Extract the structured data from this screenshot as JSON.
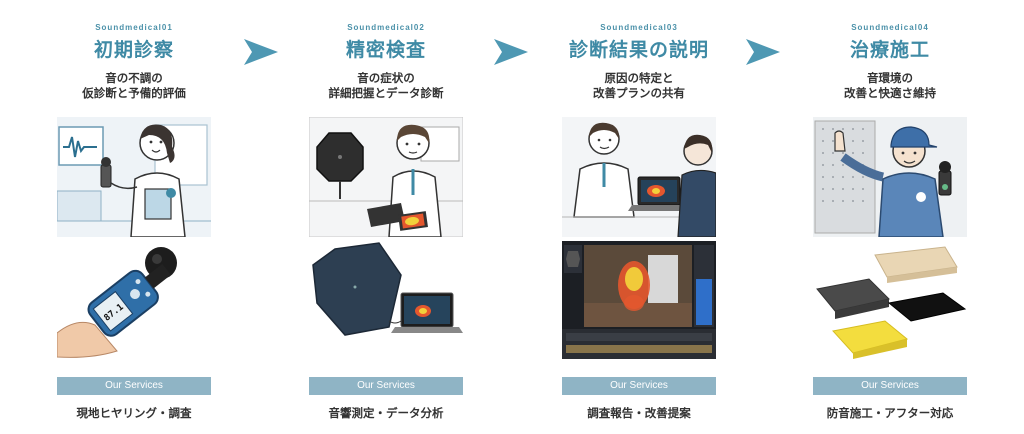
{
  "steps": [
    {
      "code": "Soundmedical01",
      "title": "初期診察",
      "desc_line1": "音の不調の",
      "desc_line2": "仮診断と予備的評価",
      "service_label": "Our Services",
      "service_name": "現地ヒヤリング・調査",
      "meter_reading": "87.1",
      "illustration_icon": "doctor-with-sound-meter-icon",
      "photo_icon": "sound-level-meter-icon"
    },
    {
      "code": "Soundmedical02",
      "title": "精密検査",
      "desc_line1": "音の症状の",
      "desc_line2": "詳細把握とデータ診断",
      "service_label": "Our Services",
      "service_name": "音響測定・データ分析",
      "illustration_icon": "doctor-with-acoustic-camera-icon",
      "photo_icon": "hexagon-acoustic-camera-icon"
    },
    {
      "code": "Soundmedical03",
      "title": "診断結果の説明",
      "desc_line1": "原因の特定と",
      "desc_line2": "改善プランの共有",
      "service_label": "Our Services",
      "service_name": "調査報告・改善提案",
      "illustration_icon": "doctor-explaining-laptop-icon",
      "photo_icon": "sound-heatmap-screen-icon"
    },
    {
      "code": "Soundmedical04",
      "title": "治療施工",
      "desc_line1": "音環境の",
      "desc_line2": "改善と快適さ維持",
      "service_label": "Our Services",
      "service_name": "防音施工・アフター対応",
      "illustration_icon": "worker-with-meter-icon",
      "photo_icon": "acoustic-material-samples-icon"
    }
  ],
  "colors": {
    "accent": "#3f8aa5",
    "arrow": "#4e98b3",
    "service_bar": "#8fb4c5"
  }
}
